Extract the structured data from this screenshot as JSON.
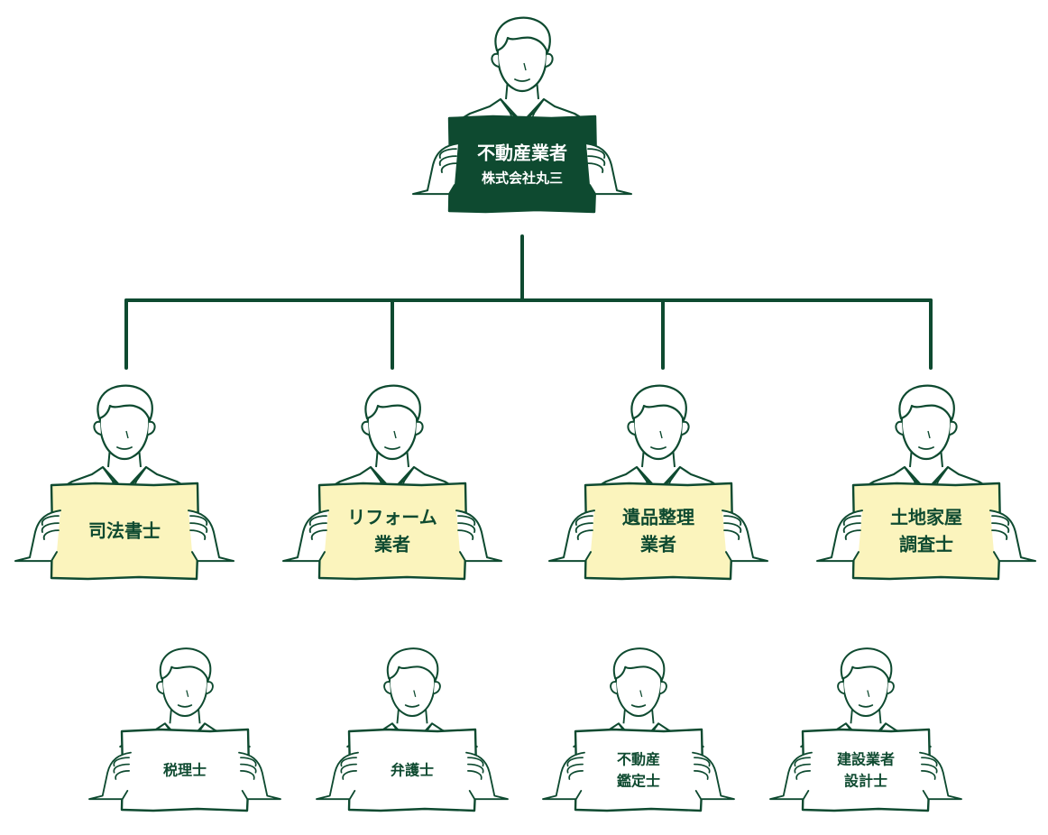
{
  "colors": {
    "ink": "#0e4a30",
    "top_sign_fill": "#0e4a30",
    "top_sign_text": "#ffffff",
    "mid_sign_fill": "#fbf4bd",
    "mid_sign_text": "#0e4a30",
    "bottom_sign_fill": "#ffffff",
    "bottom_sign_text": "#0e4a30",
    "background": "#ffffff"
  },
  "top": {
    "line1": "不動産業者",
    "line2": "株式会社丸三"
  },
  "middle": [
    {
      "lines": [
        "司法書士"
      ]
    },
    {
      "lines": [
        "リフォーム",
        "業者"
      ]
    },
    {
      "lines": [
        "遺品整理",
        "業者"
      ]
    },
    {
      "lines": [
        "土地家屋",
        "調査士"
      ]
    }
  ],
  "bottom": [
    {
      "lines": [
        "税理士"
      ]
    },
    {
      "lines": [
        "弁護士"
      ]
    },
    {
      "lines": [
        "不動産",
        "鑑定士"
      ]
    },
    {
      "lines": [
        "建設業者",
        "設計士"
      ]
    }
  ]
}
